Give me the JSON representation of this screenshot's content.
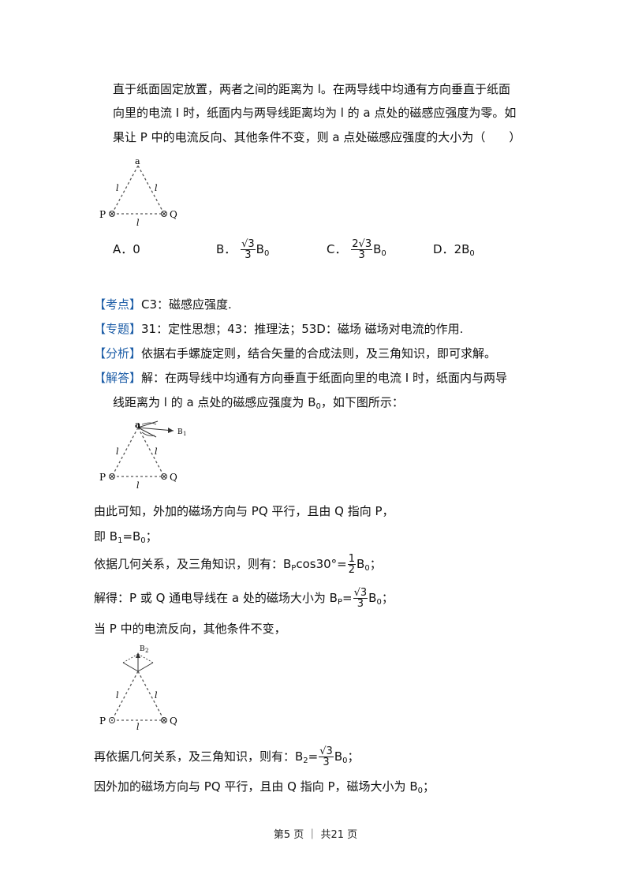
{
  "question": {
    "line1": "直于纸面固定放置，两者之间的距离为 l。在两导线中均通有方向垂直于纸面",
    "line2": "向里的电流 I 时，纸面内与两导线距离均为 l 的 a 点处的磁感应强度为零。如",
    "line3": "果让 P 中的电流反向、其他条件不变，则 a 点处磁感应强度的大小为（　　）"
  },
  "figure_labels": {
    "a": "a",
    "P": "P",
    "Q": "Q",
    "l": "l",
    "B1": "B",
    "B1_sub": "1",
    "B2": "B",
    "B2_sub": "2"
  },
  "options": {
    "A": {
      "letter": "A．",
      "text": "0"
    },
    "B": {
      "letter": "B．",
      "num": "3",
      "den": "3",
      "tail": "B",
      "sub": "0"
    },
    "C": {
      "letter": "C．",
      "coef": "2",
      "num": "3",
      "den": "3",
      "tail": "B",
      "sub": "0"
    },
    "D": {
      "letter": "D．",
      "text": "2B",
      "sub": "0"
    }
  },
  "kaodian": {
    "tag": "【考点】",
    "text": "C3：磁感应强度."
  },
  "zhuanti": {
    "tag": "【专题】",
    "text": "31：定性思想；43：推理法；53D：磁场  磁场对电流的作用."
  },
  "fenxi": {
    "tag": "【分析】",
    "text": "依据右手螺旋定则，结合矢量的合成法则，及三角知识，即可求解。"
  },
  "jieda": {
    "tag": "【解答】",
    "line1": "解：在两导线中均通有方向垂直于纸面向里的电流 I 时，纸面内与两导",
    "line2a": "线距离为 l 的 a 点处的磁感应强度为 B",
    "line2_sub": "0",
    "line2b": "，如下图所示："
  },
  "body": {
    "p1": "由此可知，外加的磁场方向与 PQ 平行，且由 Q 指向 P，",
    "p2a": "即 B",
    "p2_sub1": "1",
    "p2b": "=B",
    "p2_sub2": "0",
    "p2c": "；",
    "p3a": "依据几何关系，及三角知识，则有：B",
    "p3_sub": "P",
    "p3b": "cos30°=",
    "p3_num": "1",
    "p3_den": "2",
    "p3c": "B",
    "p3_sub2": "0",
    "p3d": "；",
    "p4a": "解得：P 或 Q 通电导线在 a 处的磁场大小为 B",
    "p4_sub": "P",
    "p4b": "=",
    "p4_num": "3",
    "p4_den": "3",
    "p4c": "B",
    "p4_sub2": "0",
    "p4d": "；",
    "p5": "当 P 中的电流反向，其他条件不变，",
    "p6a": "再依据几何关系，及三角知识，则有：B",
    "p6_sub": "2",
    "p6b": "=",
    "p6_num": "3",
    "p6_den": "3",
    "p6c": "B",
    "p6_sub2": "0",
    "p6d": "；",
    "p7a": "因外加的磁场方向与 PQ 平行，且由 Q 指向 P，磁场大小为 B",
    "p7_sub": "0",
    "p7b": "；"
  },
  "footer": {
    "text": "第5 页  ｜  共21 页"
  }
}
